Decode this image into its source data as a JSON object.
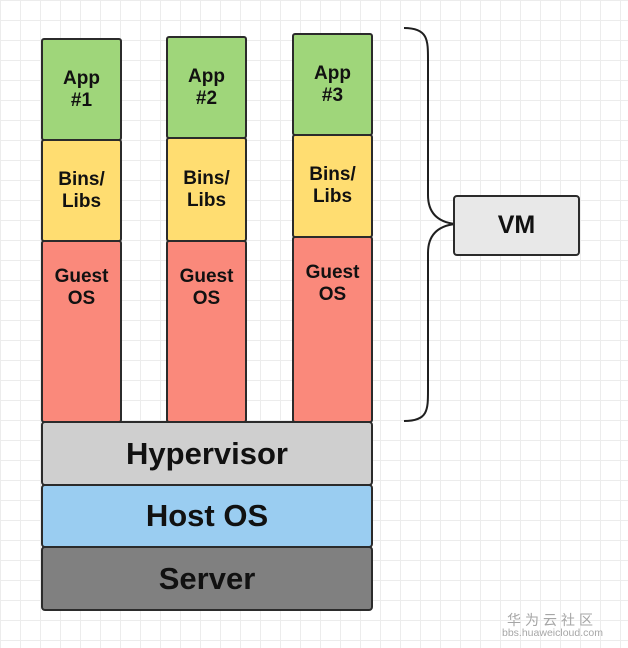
{
  "diagram": {
    "stacks": [
      {
        "app": "App\n#1",
        "bins": "Bins/\nLibs",
        "guest": "Guest\nOS"
      },
      {
        "app": "App\n#2",
        "bins": "Bins/\nLibs",
        "guest": "Guest\nOS"
      },
      {
        "app": "App\n#3",
        "bins": "Bins/\nLibs",
        "guest": "Guest\nOS"
      }
    ],
    "hypervisor": "Hypervisor",
    "host_os": "Host OS",
    "server": "Server",
    "vm_label": "VM"
  },
  "colors": {
    "app": "#9fd67a",
    "bins": "#ffdd71",
    "guest_os": "#fa897b",
    "hypervisor": "#cfcfcf",
    "host_os": "#9acdf1",
    "server": "#808080",
    "vm": "#e8e8e8"
  },
  "watermark": {
    "title": "华为云社区",
    "url": "bbs.huaweicloud.com"
  }
}
